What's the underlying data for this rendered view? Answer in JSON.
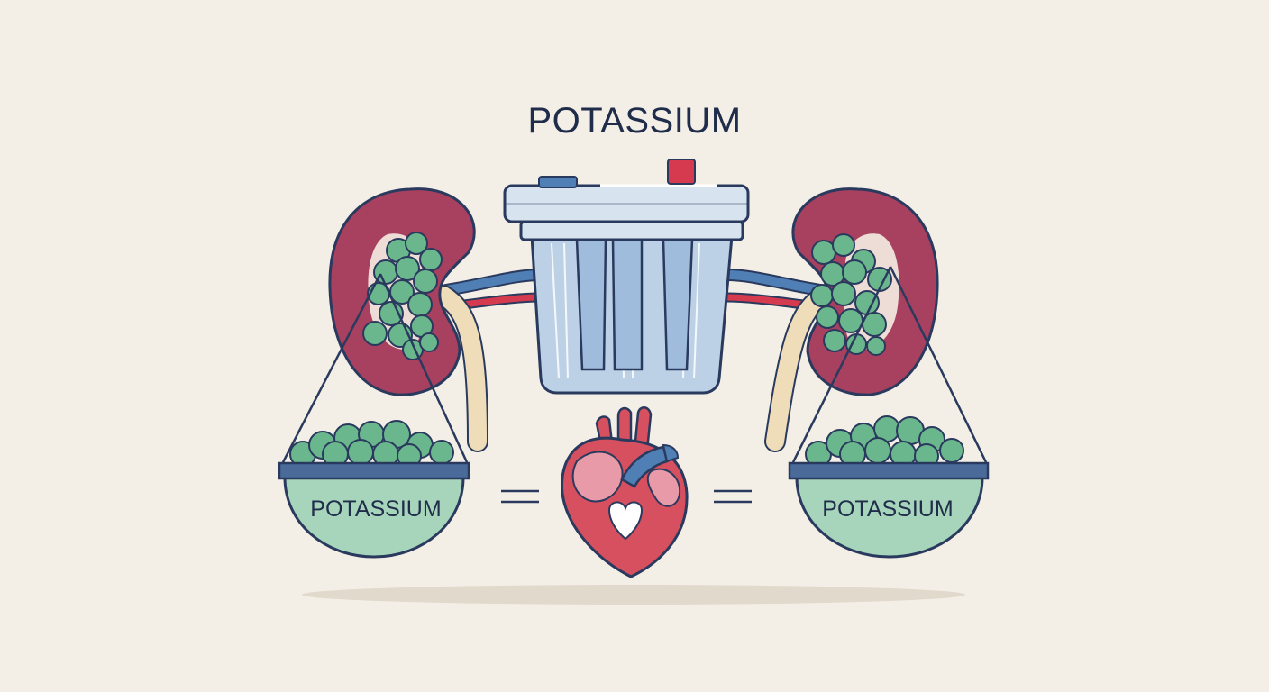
{
  "title": "POTASSIUM",
  "left_pan": {
    "label": "POTASSIUM"
  },
  "right_pan": {
    "label": "POTASSIUM"
  },
  "colors": {
    "background": "#f4efe6",
    "outline": "#2a3a5e",
    "kidney": "#a8405f",
    "kidney_inner": "#f0e6dc",
    "potassium": "#6ab78d",
    "pan": "#a7d5bc",
    "pan_rim": "#4a6a9a",
    "filter": "#bcd1e6",
    "filter_lid": "#d7e4ef",
    "heart": "#d6505f",
    "heart_light": "#e89aa8",
    "vessel_blue": "#4f7fb5",
    "accent_red": "#d63a4f",
    "ureter": "#efdcb8"
  },
  "icons": [
    "kidney-left-icon",
    "kidney-right-icon",
    "filter-bin-icon",
    "heart-icon",
    "balance-pan-left-icon",
    "balance-pan-right-icon",
    "equals-left-icon",
    "equals-right-icon"
  ]
}
